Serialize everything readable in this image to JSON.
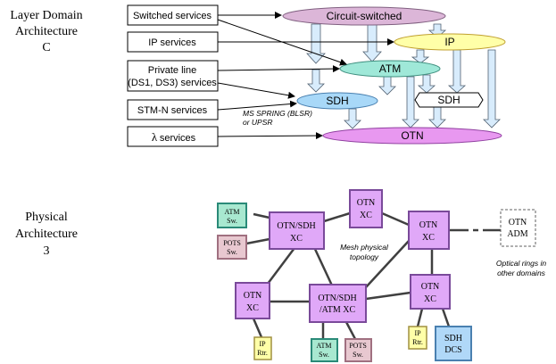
{
  "top_title": [
    "Layer Domain",
    "Architecture",
    "C"
  ],
  "bottom_title": [
    "Physical",
    "Architecture",
    "3"
  ],
  "services": {
    "switched": "Switched services",
    "ip": "IP services",
    "private_line": [
      "Private line",
      "(DS1, DS3) services"
    ],
    "stmn": "STM-N services",
    "lambda": [
      "λ",
      "services"
    ]
  },
  "layers": {
    "circuit_switched": "Circuit-switched",
    "ip": "IP",
    "atm": "ATM",
    "sdh_left": "SDH",
    "sdh_right": "SDH",
    "otn": "OTN"
  },
  "ms_spring": [
    "MS SPRING (BLSR)",
    "or UPSR"
  ],
  "nodes": {
    "atm_sw_1": [
      "ATM",
      "Sw."
    ],
    "pots_sw_1": [
      "POTS",
      "Sw."
    ],
    "otn_sdh_xc": [
      "OTN/SDH",
      "XC"
    ],
    "otn_xc_top": [
      "OTN",
      "XC"
    ],
    "otn_xc_right": [
      "OTN",
      "XC"
    ],
    "otn_adm": [
      "OTN",
      "ADM"
    ],
    "otn_xc_left": [
      "OTN",
      "XC"
    ],
    "otn_sdh_atm_xc": [
      "OTN/SDH",
      "/ATM XC"
    ],
    "otn_xc_br": [
      "OTN",
      "XC"
    ],
    "ip_rtr_1": [
      "IP",
      "Rtr."
    ],
    "atm_sw_2": [
      "ATM",
      "Sw."
    ],
    "pots_sw_2": [
      "POTS",
      "Sw."
    ],
    "ip_rtr_2": [
      "IP",
      "Rtr."
    ],
    "sdh_dcs": [
      "SDH",
      "DCS"
    ]
  },
  "mesh_note": [
    "Mesh physical",
    "topology"
  ],
  "optical_note": [
    "Optical rings in",
    "other domains"
  ],
  "colors": {
    "circuit_switched": "#dcb6d8",
    "ip_layer": "#ffffa8",
    "atm_layer": "#9fe8d8",
    "sdh_layer": "#a8d8f8",
    "otn_layer": "#e898f0",
    "arrow_fill": "#d8ecfc",
    "xc_node": "#e0a8f8",
    "atm_node": "#a8e8d0",
    "pots_node": "#e8c8d0",
    "ip_node": "#ffffa8",
    "sdh_node": "#b0d8f8"
  }
}
